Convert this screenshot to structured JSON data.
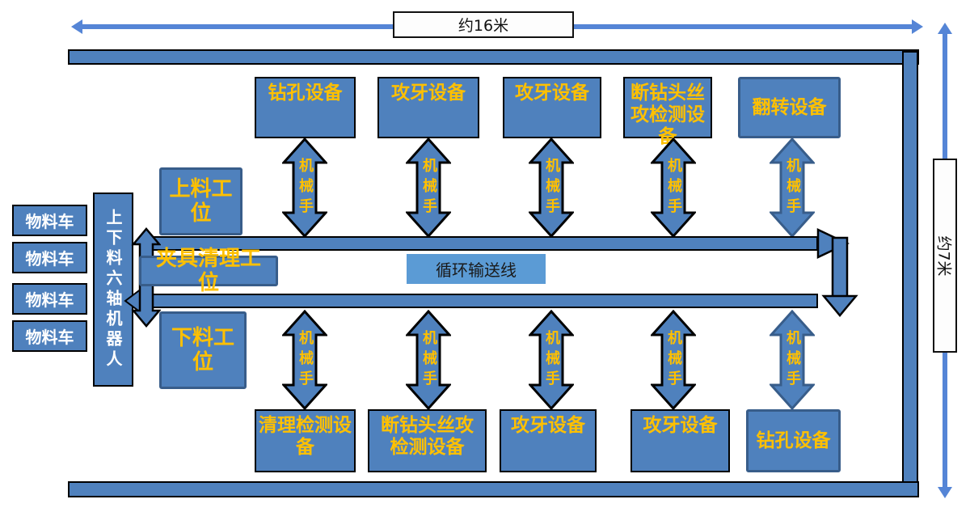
{
  "diagram": {
    "dimensions": {
      "width_label": "约16米",
      "height_label": "约7米"
    },
    "conveyor": {
      "label": "循环输送线"
    },
    "top_row": {
      "equipment": [
        {
          "label": "钻孔设备"
        },
        {
          "label": "攻牙设备"
        },
        {
          "label": "攻牙设备"
        },
        {
          "label": "断钻头丝攻检测设备"
        },
        {
          "label": "翻转设备"
        }
      ],
      "arms": [
        {
          "label": "机械手"
        },
        {
          "label": "机械手"
        },
        {
          "label": "机械手"
        },
        {
          "label": "机械手"
        },
        {
          "label": "机械手"
        }
      ]
    },
    "bottom_row": {
      "equipment": [
        {
          "label": "清理检测设备"
        },
        {
          "label": "断钻头丝攻检测设备"
        },
        {
          "label": "攻牙设备"
        },
        {
          "label": "攻牙设备"
        },
        {
          "label": "钻孔设备"
        }
      ],
      "arms": [
        {
          "label": "机械手"
        },
        {
          "label": "机械手"
        },
        {
          "label": "机械手"
        },
        {
          "label": "机械手"
        },
        {
          "label": "机械手"
        }
      ]
    },
    "left_area": {
      "carts": [
        {
          "label": "物料车"
        },
        {
          "label": "物料车"
        },
        {
          "label": "物料车"
        },
        {
          "label": "物料车"
        }
      ],
      "robot": {
        "label": "上下料六轴机器人"
      },
      "stations": {
        "loading": "上料工位",
        "fixture_cleaning": "夹具清理工位",
        "unloading": "下料工位"
      }
    },
    "colors": {
      "shape_fill": "#4f81bd",
      "outline_black": "#000000",
      "outline_blue": "#385d8a",
      "conveyor_label_fill": "#5b9bd5",
      "dimension_arrow_blue": "#5585d6",
      "equipment_text_gold": "#ffc000",
      "cart_text_white": "#ffffff"
    }
  }
}
